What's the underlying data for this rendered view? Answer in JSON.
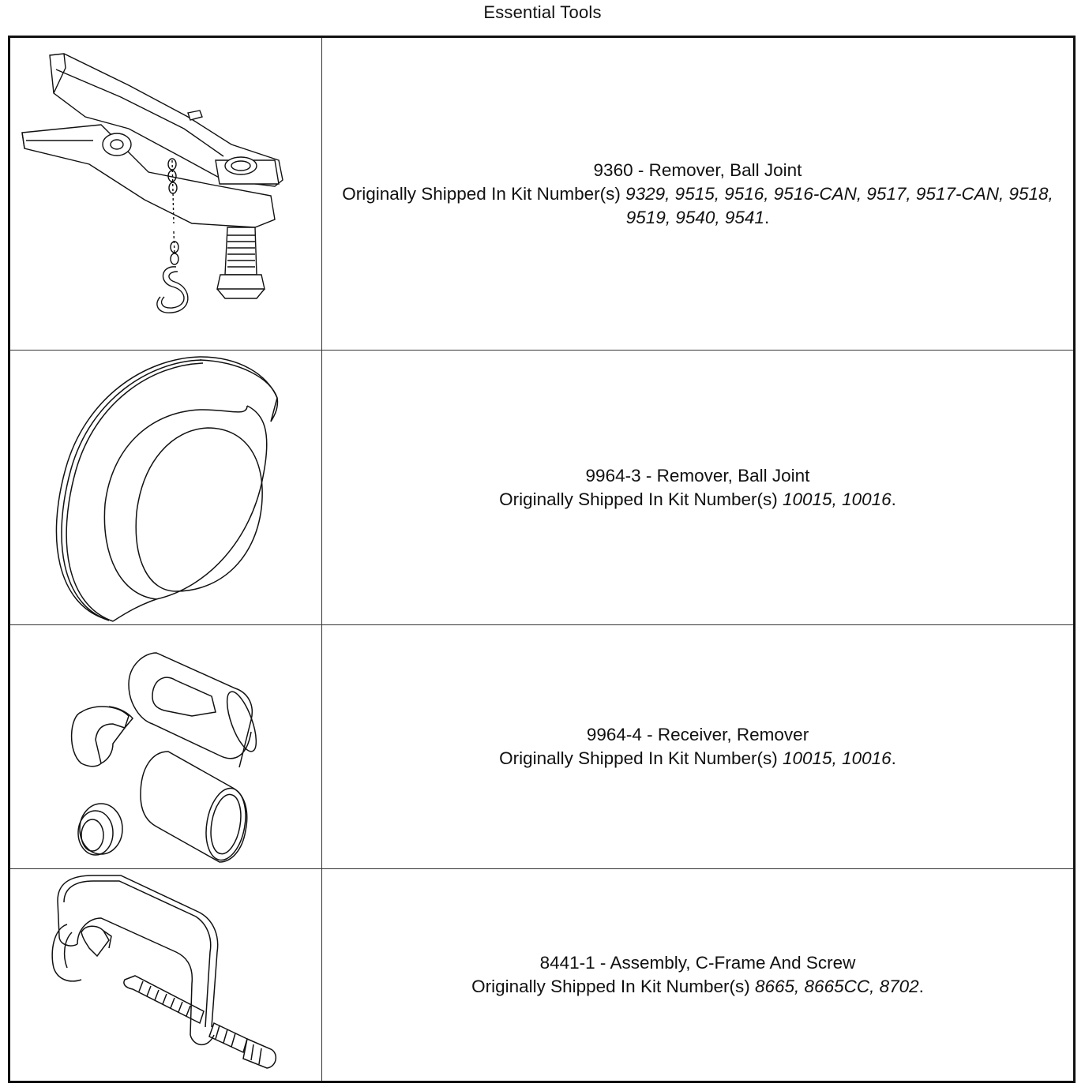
{
  "page": {
    "title": "Essential Tools"
  },
  "kit_prefix": "Originally Shipped In Kit Number(s)",
  "tools": [
    {
      "name": "9360 - Remover, Ball Joint",
      "kits": "9329, 9515, 9516, 9516-CAN, 9517, 9517-CAN, 9518, 9519, 9540, 9541",
      "end": "."
    },
    {
      "name": "9964-3 - Remover, Ball Joint",
      "kits": "10015, 10016",
      "end": "."
    },
    {
      "name": "9964-4 - Receiver, Remover",
      "kits": "10015, 10016",
      "end": "."
    },
    {
      "name": "8441-1 - Assembly, C-Frame And Screw",
      "kits": "8665, 8665CC, 8702",
      "end": "."
    }
  ]
}
